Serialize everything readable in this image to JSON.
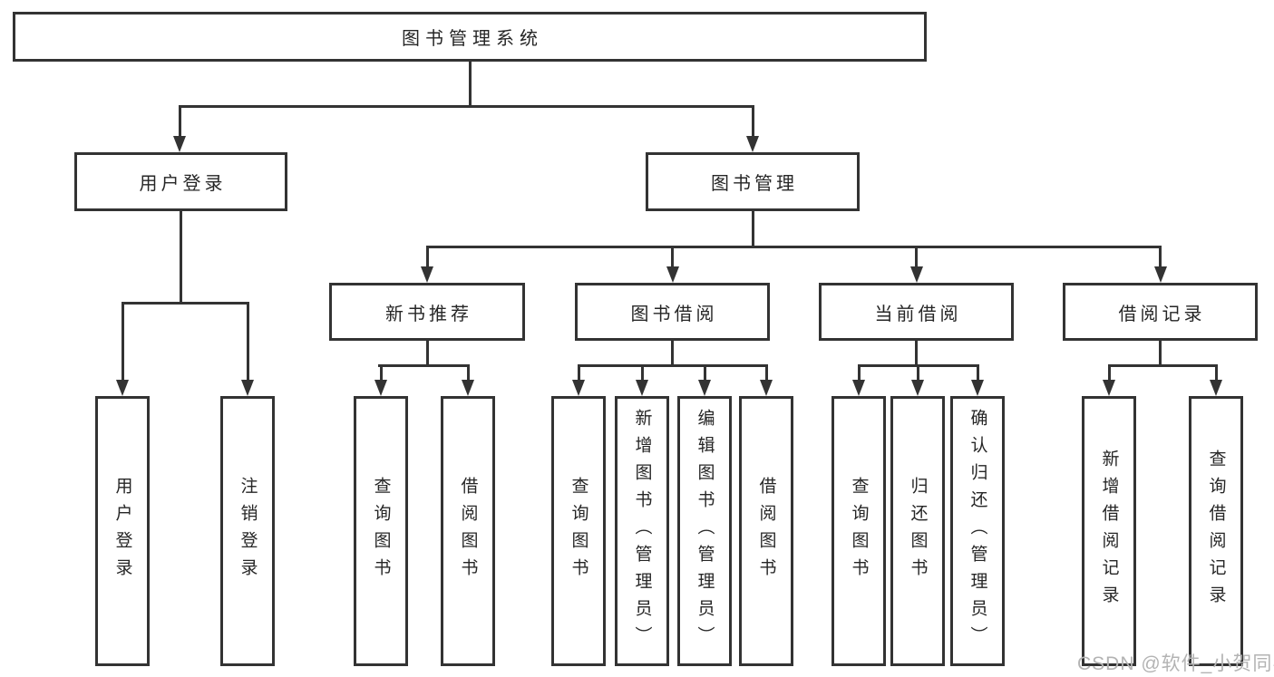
{
  "nodes": {
    "root": {
      "label": "图书管理系统"
    },
    "level2": [
      {
        "label": "用户登录"
      },
      {
        "label": "图书管理"
      }
    ],
    "level3": [
      {
        "label": "新书推荐"
      },
      {
        "label": "图书借阅"
      },
      {
        "label": "当前借阅"
      },
      {
        "label": "借阅记录"
      }
    ],
    "leaves": [
      {
        "label": "用户登录"
      },
      {
        "label": "注销登录"
      },
      {
        "label": "查询图书"
      },
      {
        "label": "借阅图书"
      },
      {
        "label": "查询图书"
      },
      {
        "label": "新增图书（管理员）"
      },
      {
        "label": "编辑图书（管理员）"
      },
      {
        "label": "借阅图书"
      },
      {
        "label": "查询图书"
      },
      {
        "label": "归还图书"
      },
      {
        "label": "确认归还（管理员）"
      },
      {
        "label": "新增借阅记录"
      },
      {
        "label": "查询借阅记录"
      }
    ]
  },
  "hierarchy": {
    "图书管理系统": [
      "用户登录",
      "图书管理"
    ],
    "用户登录": [
      "用户登录",
      "注销登录"
    ],
    "图书管理": [
      "新书推荐",
      "图书借阅",
      "当前借阅",
      "借阅记录"
    ],
    "新书推荐": [
      "查询图书",
      "借阅图书"
    ],
    "图书借阅": [
      "查询图书",
      "新增图书（管理员）",
      "编辑图书（管理员）",
      "借阅图书"
    ],
    "当前借阅": [
      "查询图书",
      "归还图书",
      "确认归还（管理员）"
    ],
    "借阅记录": [
      "新增借阅记录",
      "查询借阅记录"
    ]
  },
  "watermark": {
    "text": "CSDN @软件_小贺同学"
  },
  "colors": {
    "line": "#333333",
    "text": "#262626",
    "background": "#ffffff",
    "watermark": "#b3b3b3"
  }
}
